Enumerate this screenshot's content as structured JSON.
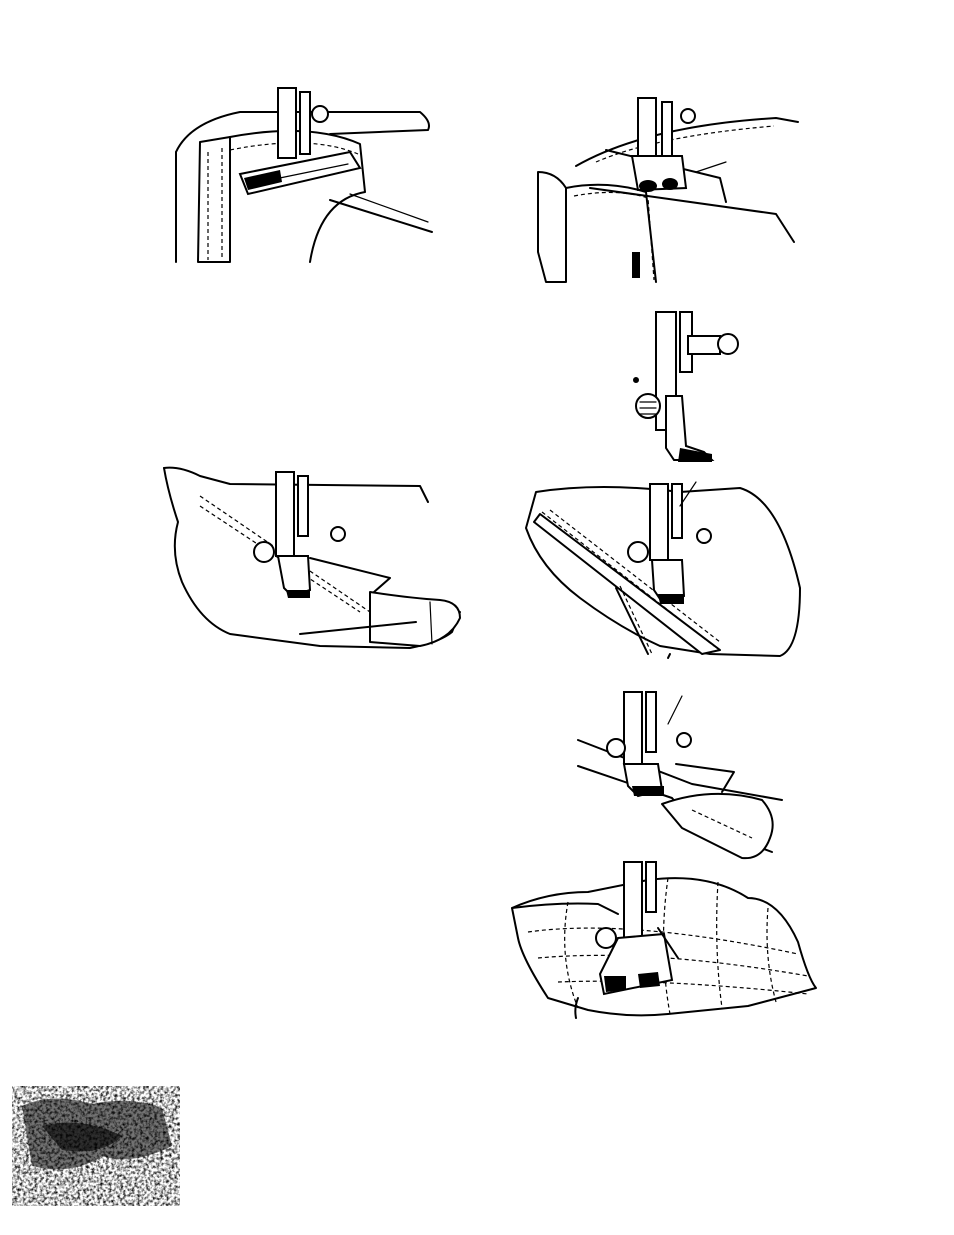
{
  "page": {
    "illustrations": [
      {
        "id": "zipper-foot-binding",
        "icon": "sewing-foot-zipper-icon"
      },
      {
        "id": "edge-stitch-corner",
        "icon": "sewing-foot-edge-icon"
      },
      {
        "id": "presser-foot-side-view",
        "icon": "presser-foot-icon"
      },
      {
        "id": "blind-hem-sewing",
        "icon": "blind-hem-foot-icon"
      },
      {
        "id": "cording-sewing",
        "icon": "cording-foot-icon"
      },
      {
        "id": "rolled-hem-sewing",
        "icon": "hemmer-foot-icon"
      },
      {
        "id": "quilting-grid",
        "icon": "quilting-foot-icon"
      }
    ],
    "decorations": {
      "scan_smudge": "scan-smudge-icon"
    }
  }
}
